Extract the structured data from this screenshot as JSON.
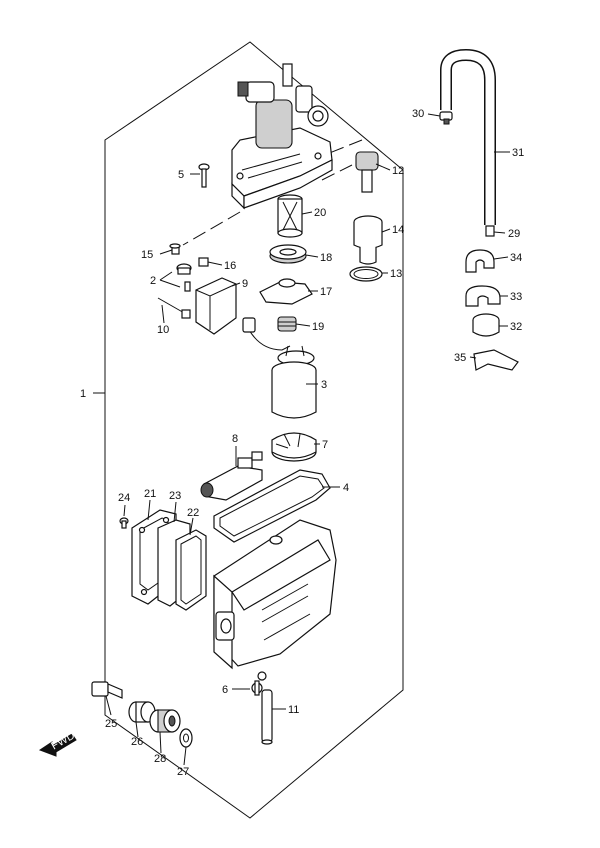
{
  "diagram": {
    "fwd_label": "FWD",
    "callouts": [
      {
        "key": "c1",
        "label": "1"
      },
      {
        "key": "c2",
        "label": "2"
      },
      {
        "key": "c3",
        "label": "3"
      },
      {
        "key": "c4",
        "label": "4"
      },
      {
        "key": "c5",
        "label": "5"
      },
      {
        "key": "c6",
        "label": "6"
      },
      {
        "key": "c7",
        "label": "7"
      },
      {
        "key": "c8",
        "label": "8"
      },
      {
        "key": "c9",
        "label": "9"
      },
      {
        "key": "c10",
        "label": "10"
      },
      {
        "key": "c11",
        "label": "11"
      },
      {
        "key": "c12",
        "label": "12"
      },
      {
        "key": "c13",
        "label": "13"
      },
      {
        "key": "c14",
        "label": "14"
      },
      {
        "key": "c15",
        "label": "15"
      },
      {
        "key": "c16",
        "label": "16"
      },
      {
        "key": "c17",
        "label": "17"
      },
      {
        "key": "c18",
        "label": "18"
      },
      {
        "key": "c19",
        "label": "19"
      },
      {
        "key": "c20",
        "label": "20"
      },
      {
        "key": "c21",
        "label": "21"
      },
      {
        "key": "c22",
        "label": "22"
      },
      {
        "key": "c23",
        "label": "23"
      },
      {
        "key": "c24",
        "label": "24"
      },
      {
        "key": "c25",
        "label": "25"
      },
      {
        "key": "c26",
        "label": "26"
      },
      {
        "key": "c27",
        "label": "27"
      },
      {
        "key": "c28",
        "label": "28"
      },
      {
        "key": "c29",
        "label": "29"
      },
      {
        "key": "c30",
        "label": "30"
      },
      {
        "key": "c31",
        "label": "31"
      },
      {
        "key": "c32",
        "label": "32"
      },
      {
        "key": "c33",
        "label": "33"
      },
      {
        "key": "c34",
        "label": "34"
      },
      {
        "key": "c35",
        "label": "35"
      }
    ]
  }
}
